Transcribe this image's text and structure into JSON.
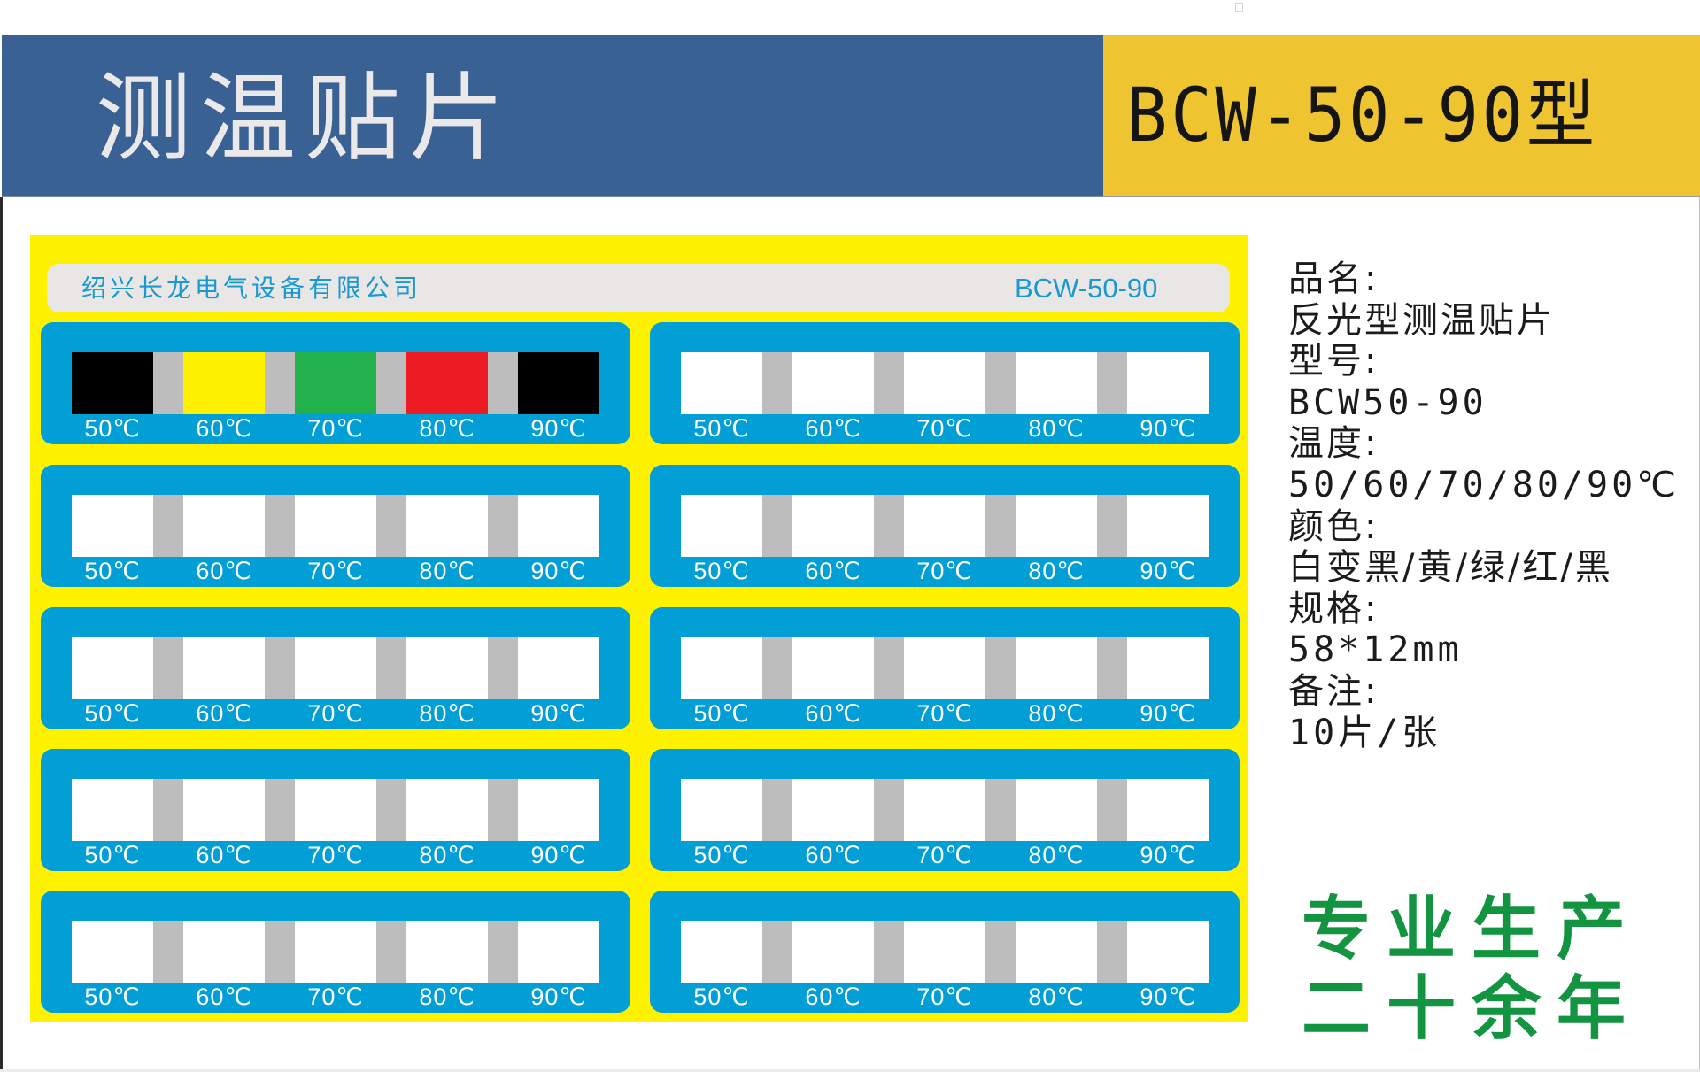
{
  "header": {
    "title": "测温贴片",
    "model": "BCW-50-90型",
    "colors": {
      "left_band": "#396194",
      "right_band": "#eec531",
      "title_text": "#ebe8ea"
    }
  },
  "sheet": {
    "company": "绍兴长龙电气设备有限公司",
    "model": "BCW-50-90",
    "colors": {
      "background": "#fff200",
      "card": "#029fd6",
      "pill": "#e8e7e5",
      "gap": "#bdbdbd"
    },
    "temperature_labels": [
      "50℃",
      "60℃",
      "70℃",
      "80℃",
      "90℃"
    ],
    "stickers": [
      {
        "row": 1,
        "col": 1,
        "segments": [
          "#000000",
          "#fff200",
          "#22b14c",
          "#ed1c24",
          "#000000"
        ]
      },
      {
        "row": 1,
        "col": 2,
        "segments": [
          "#ffffff",
          "#ffffff",
          "#ffffff",
          "#ffffff",
          "#ffffff"
        ]
      },
      {
        "row": 2,
        "col": 1,
        "segments": [
          "#ffffff",
          "#ffffff",
          "#ffffff",
          "#ffffff",
          "#ffffff"
        ]
      },
      {
        "row": 2,
        "col": 2,
        "segments": [
          "#ffffff",
          "#ffffff",
          "#ffffff",
          "#ffffff",
          "#ffffff"
        ]
      },
      {
        "row": 3,
        "col": 1,
        "segments": [
          "#ffffff",
          "#ffffff",
          "#ffffff",
          "#ffffff",
          "#ffffff"
        ]
      },
      {
        "row": 3,
        "col": 2,
        "segments": [
          "#ffffff",
          "#ffffff",
          "#ffffff",
          "#ffffff",
          "#ffffff"
        ]
      },
      {
        "row": 4,
        "col": 1,
        "segments": [
          "#ffffff",
          "#ffffff",
          "#ffffff",
          "#ffffff",
          "#ffffff"
        ]
      },
      {
        "row": 4,
        "col": 2,
        "segments": [
          "#ffffff",
          "#ffffff",
          "#ffffff",
          "#ffffff",
          "#ffffff"
        ]
      },
      {
        "row": 5,
        "col": 1,
        "segments": [
          "#ffffff",
          "#ffffff",
          "#ffffff",
          "#ffffff",
          "#ffffff"
        ]
      },
      {
        "row": 5,
        "col": 2,
        "segments": [
          "#ffffff",
          "#ffffff",
          "#ffffff",
          "#ffffff",
          "#ffffff"
        ]
      }
    ]
  },
  "info": {
    "name_label": "品名:",
    "name_value": "反光型测温贴片",
    "model_label": "型号:",
    "model_value": "BCW50-90",
    "temp_label": "温度:",
    "temp_value": "50/60/70/80/90℃",
    "color_label": "颜色:",
    "color_value": "白变黑/黄/绿/红/黑",
    "size_label": "规格:",
    "size_value": "58*12mm",
    "note_label": "备注:",
    "note_value": "10片/张"
  },
  "slogan": {
    "line1": "专业生产",
    "line2": "二十余年",
    "color": "#129440"
  }
}
